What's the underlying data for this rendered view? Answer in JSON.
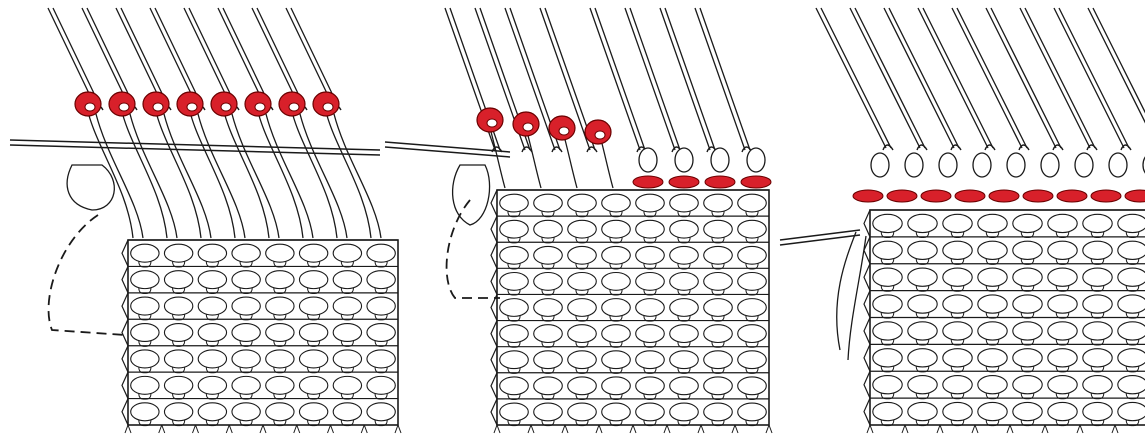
{
  "colors": {
    "background": "#ffffff",
    "ink": "#1a1a1a",
    "highlight": "#d8202a"
  },
  "panels": [
    {
      "id": "panel-1",
      "highlighted_loops": 8,
      "highlighted_row": "top-loops",
      "plain_loops_on_needles": 0,
      "dashed_yarn": true
    },
    {
      "id": "panel-2",
      "highlighted_loops": 4,
      "highlighted_row": "top-loops",
      "secondary_highlighted_bumps": 4,
      "plain_loops_on_needles": 4,
      "dashed_yarn": true
    },
    {
      "id": "panel-3",
      "highlighted_loops": 0,
      "highlighted_row": "bottom-bumps",
      "secondary_highlighted_bumps": 9,
      "plain_loops_on_needles": 9,
      "dashed_yarn": false
    }
  ]
}
